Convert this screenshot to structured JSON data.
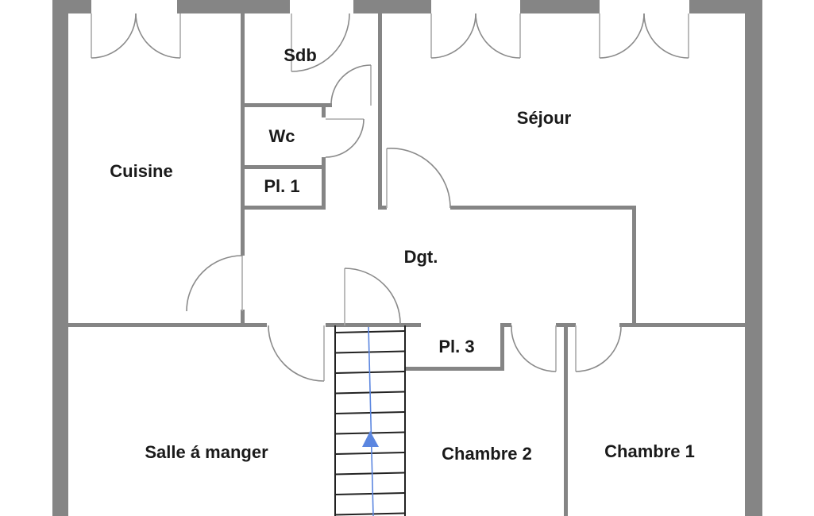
{
  "rooms": {
    "sdb": "Sdb",
    "wc": "Wc",
    "placard_1": "Pl. 1",
    "cuisine": "Cuisine",
    "sejour": "Séjour",
    "degagement": "Dgt.",
    "placard_3": "Pl. 3",
    "salle_a_manger": "Salle á manger",
    "chambre_2": "Chambre 2",
    "chambre_1": "Chambre 1"
  },
  "colors": {
    "wall": "#858585",
    "stair_arrow": "#5b86e0"
  }
}
